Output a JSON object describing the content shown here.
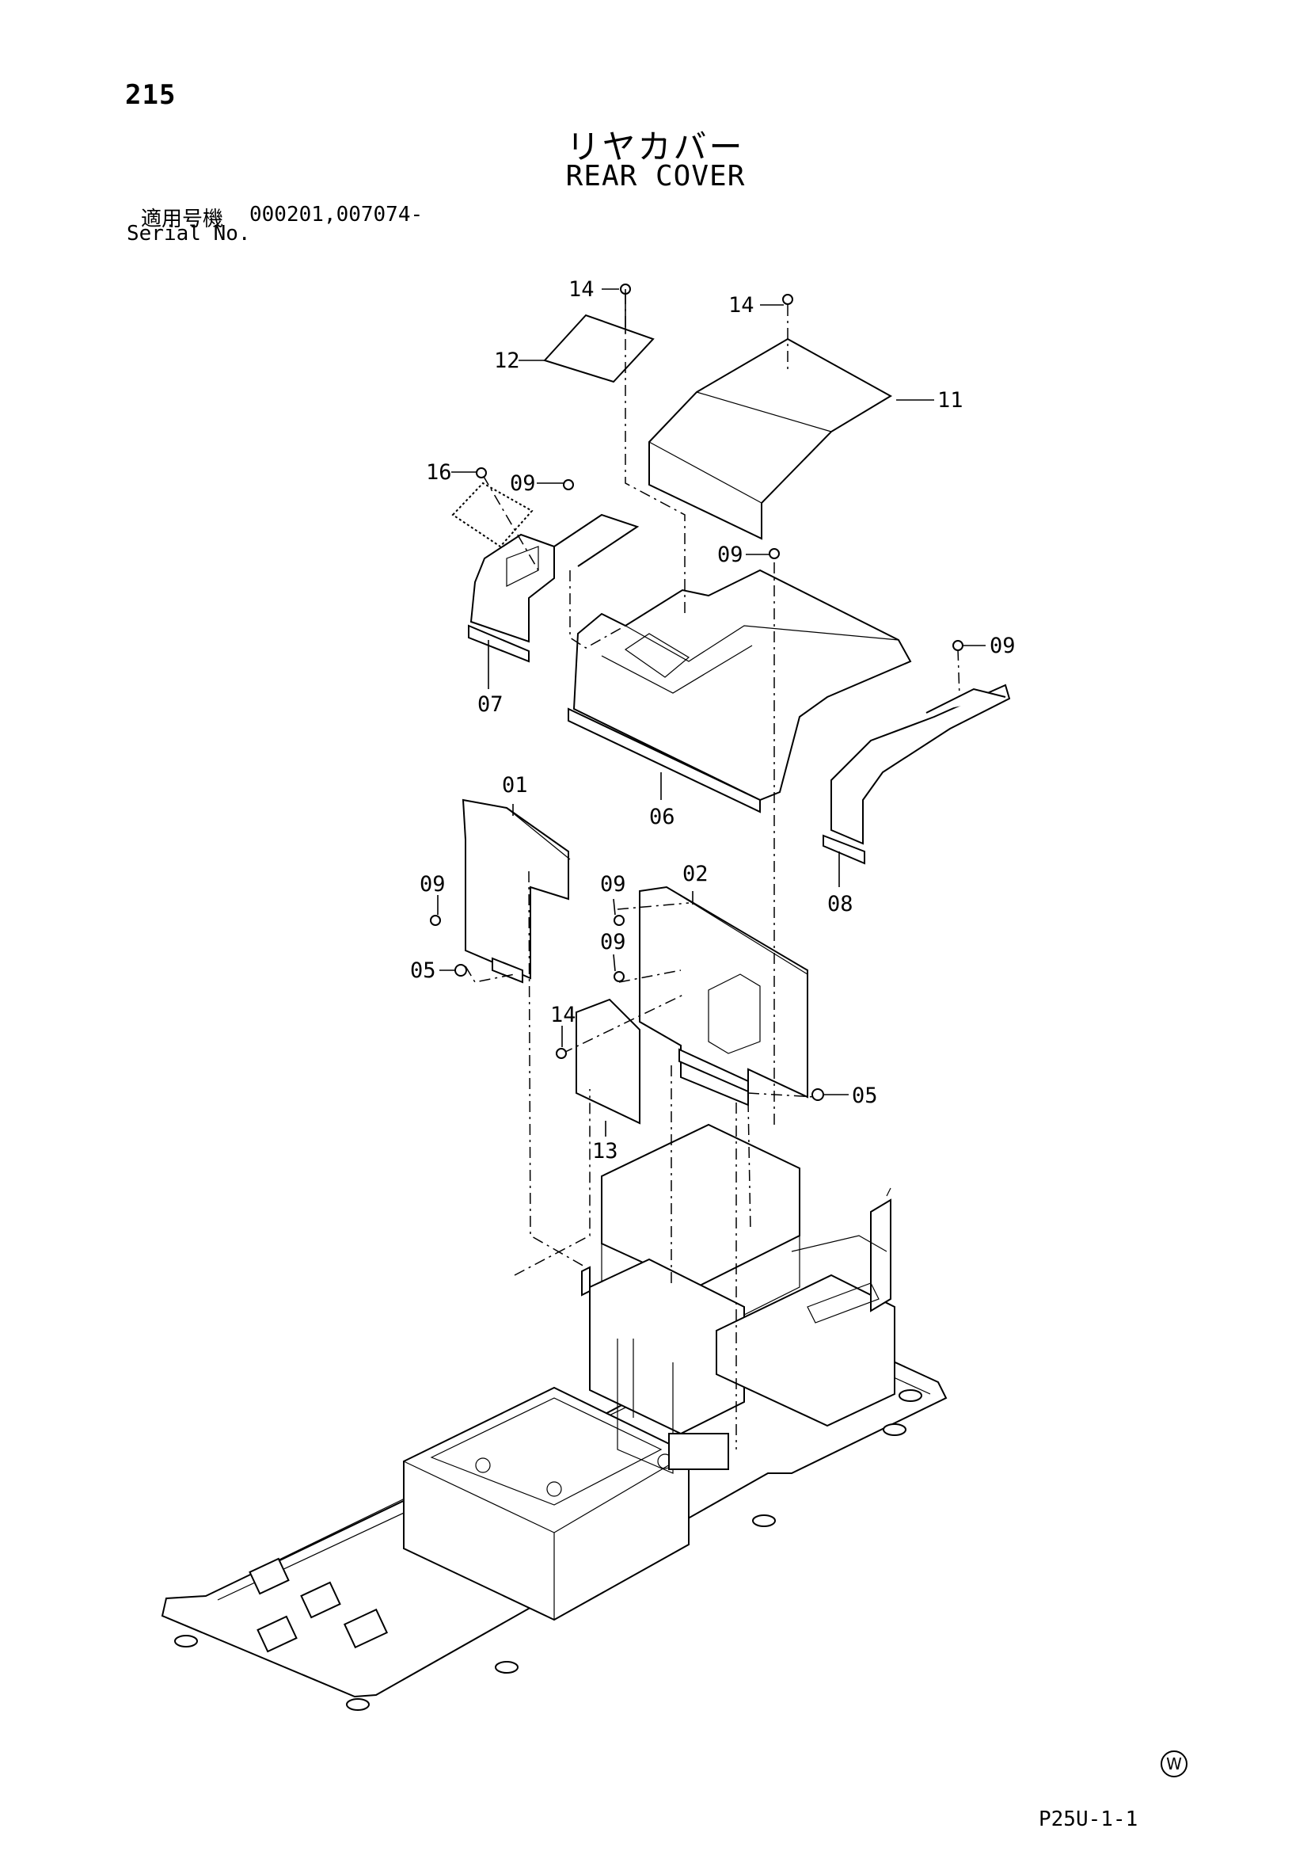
{
  "page": {
    "number": "215",
    "title_jp": "リヤカバー",
    "title_en": "REAR COVER",
    "serial_label_jp": "適用号機",
    "serial_value": "000201,007074-",
    "serial_label_en": "Serial No.",
    "footer_code": "P25U-1-1",
    "watermark": "W"
  },
  "diagram": {
    "callouts": [
      "14",
      "14",
      "12",
      "11",
      "16",
      "09",
      "09",
      "09",
      "07",
      "06",
      "08",
      "01",
      "02",
      "09",
      "09",
      "09",
      "05",
      "14",
      "13",
      "05"
    ]
  }
}
